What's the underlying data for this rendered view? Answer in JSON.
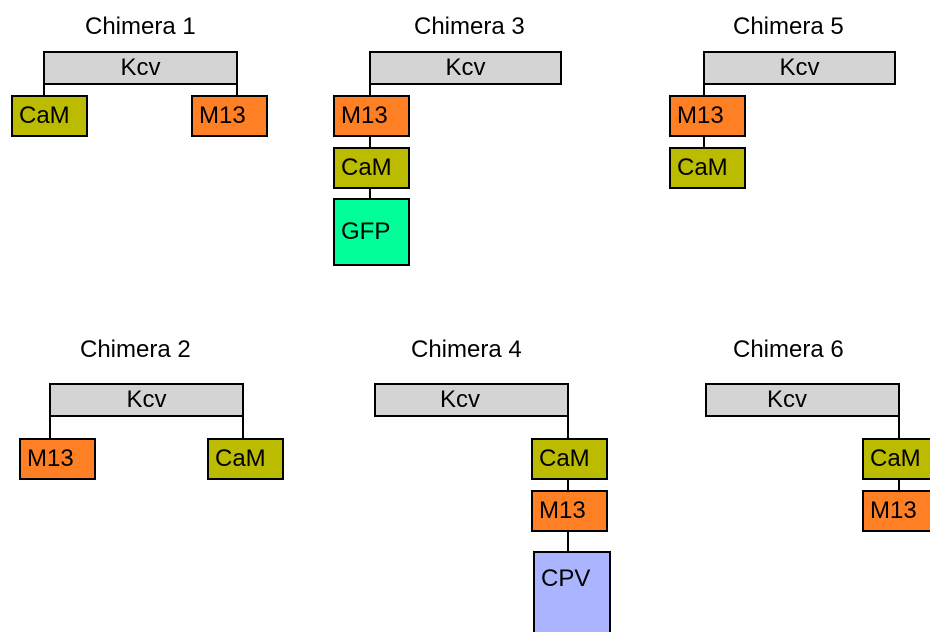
{
  "colors": {
    "kcv": "#d4d4d4",
    "cam": "#bbbb00",
    "m13": "#ff7f24",
    "gfp": "#00ff99",
    "cpv": "#aab4ff"
  },
  "chimeras": [
    {
      "title": "Chimera 1",
      "kcv": "Kcv",
      "domains": [
        {
          "label": "CaM",
          "color": "cam"
        },
        {
          "label": "M13",
          "color": "m13"
        }
      ]
    },
    {
      "title": "Chimera 3",
      "kcv": "Kcv",
      "domains": [
        {
          "label": "M13",
          "color": "m13"
        },
        {
          "label": "CaM",
          "color": "cam"
        },
        {
          "label": "GFP",
          "color": "gfp"
        }
      ]
    },
    {
      "title": "Chimera 5",
      "kcv": "Kcv",
      "domains": [
        {
          "label": "M13",
          "color": "m13"
        },
        {
          "label": "CaM",
          "color": "cam"
        }
      ]
    },
    {
      "title": "Chimera 2",
      "kcv": "Kcv",
      "domains": [
        {
          "label": "M13",
          "color": "m13"
        },
        {
          "label": "CaM",
          "color": "cam"
        }
      ]
    },
    {
      "title": "Chimera 4",
      "kcv": "Kcv",
      "domains": [
        {
          "label": "CaM",
          "color": "cam"
        },
        {
          "label": "M13",
          "color": "m13"
        },
        {
          "label": "CPV",
          "color": "cpv"
        }
      ]
    },
    {
      "title": "Chimera 6",
      "kcv": "Kcv",
      "domains": [
        {
          "label": "CaM",
          "color": "cam"
        },
        {
          "label": "M13",
          "color": "m13"
        }
      ]
    }
  ]
}
